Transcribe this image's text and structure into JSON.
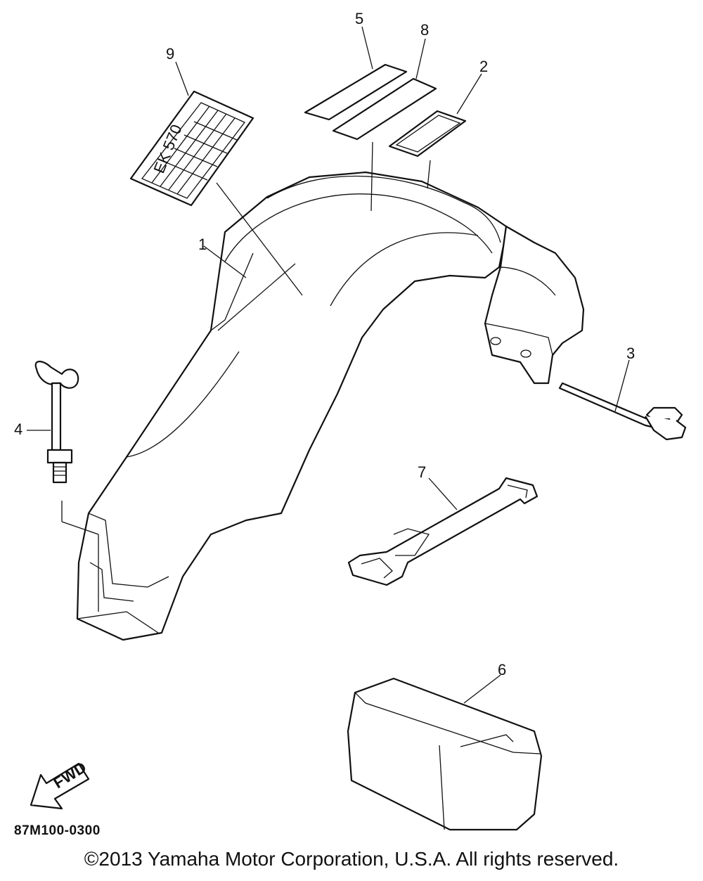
{
  "diagram": {
    "callouts": [
      "1",
      "2",
      "3",
      "4",
      "5",
      "6",
      "7",
      "8",
      "9"
    ],
    "decal_text": "EK 570",
    "fwd_text": "FWD",
    "figure_code": "87M100-0300"
  },
  "footer": {
    "copyright": "©2013 Yamaha Motor Corporation, U.S.A. All rights reserved."
  }
}
